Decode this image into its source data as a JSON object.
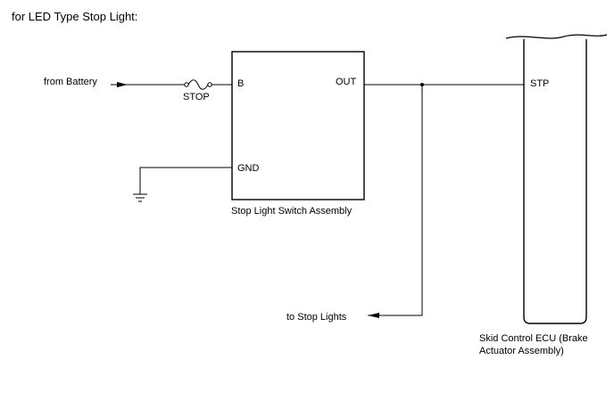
{
  "diagram": {
    "title": "for LED Type Stop Light:",
    "from_battery": "from Battery",
    "fuse_label": "STOP",
    "switch": {
      "pin_b": "B",
      "pin_out": "OUT",
      "pin_gnd": "GND",
      "name": "Stop Light Switch Assembly"
    },
    "ecu": {
      "pin_stp": "STP",
      "name_line1": "Skid Control ECU (Brake",
      "name_line2": "Actuator Assembly)"
    },
    "to_stop_lights": "to Stop Lights"
  }
}
